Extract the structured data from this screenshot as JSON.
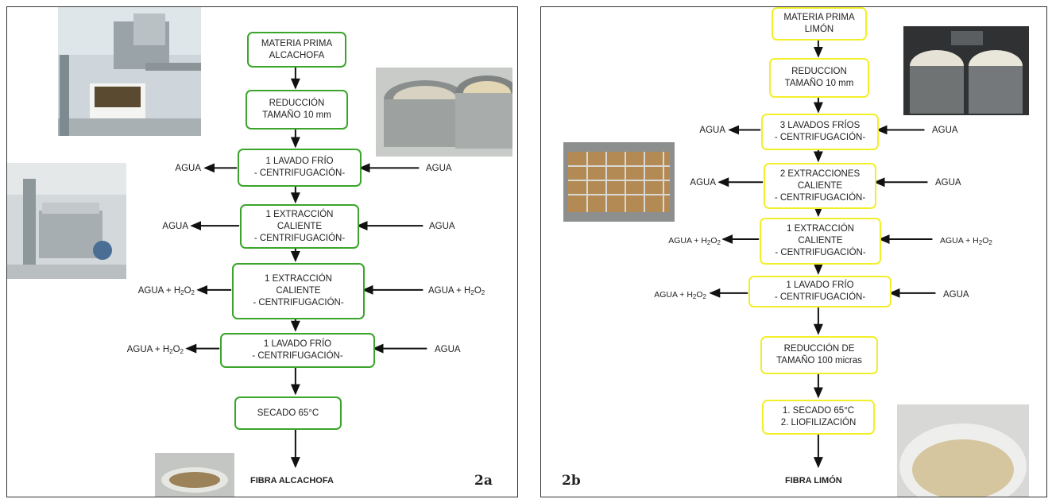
{
  "panel_a": {
    "label": "2a",
    "steps": [
      "MATERIA PRIMA\nALCACHOFA",
      "REDUCCIÓN\nTAMAÑO 10 mm",
      "1 LAVADO FRÍO\n- CENTRIFUGACIÓN-",
      "1 EXTRACCIÓN\nCALIENTE\n- CENTRIFUGACIÓN-",
      "1 EXTRACCIÓN\nCALIENTE\n- CENTRIFUGACIÓN-",
      "1 LAVADO FRÍO\n- CENTRIFUGACIÓN-",
      "SECADO 65°C"
    ],
    "outputs": [
      "AGUA",
      "AGUA",
      "AGUA + H2O2",
      "AGUA + H2O2"
    ],
    "inputs": [
      "AGUA",
      "AGUA",
      "AGUA + H2O2",
      "AGUA"
    ],
    "final": "FIBRA ALCACHOFA",
    "colors": {
      "box_border": "#3aa52a"
    }
  },
  "panel_b": {
    "label": "2b",
    "steps": [
      "MATERIA PRIMA\nLIMÓN",
      "REDUCCION\nTAMAÑO 10 mm",
      "3 LAVADOS FRÍOS\n- CENTRIFUGACIÓN-",
      "2 EXTRACCIONES\nCALIENTE\n- CENTRIFUGACIÓN-",
      "1 EXTRACCIÓN\nCALIENTE\n- CENTRIFUGACIÓN-",
      "1 LAVADO FRÍO\n- CENTRIFUGACIÓN-",
      "REDUCCIÓN DE\nTAMAÑO 100 micras",
      "1. SECADO 65°C\n2. LIOFILIZACIÓN"
    ],
    "outputs": [
      "AGUA",
      "AGUA",
      "AGUA + H2O2",
      "AGUA + H2O2"
    ],
    "inputs": [
      "AGUA",
      "AGUA",
      "AGUA + H2O2",
      "AGUA"
    ],
    "final": "FIBRA LIMÓN",
    "colors": {
      "box_border": "#f2ef2a"
    }
  }
}
